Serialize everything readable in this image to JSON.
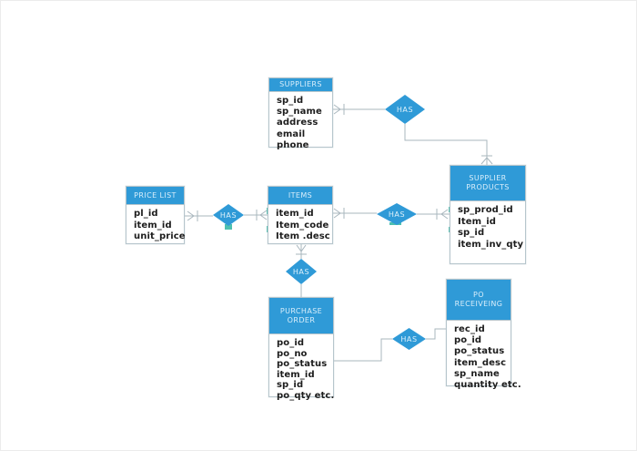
{
  "diagram": {
    "kind": "entity-relationship-diagram",
    "colors": {
      "shape_blue": "#2f9ad7",
      "header_text": "#d9eefb",
      "box_border": "#b6c5cc",
      "connector_line": "#a9b7be",
      "attribute_text": "#1d1d1d",
      "connection_point_teal": "#2fb6a3",
      "background": "#ffffff"
    }
  },
  "entities": {
    "suppliers": {
      "title": "SUPPLIERS",
      "attributes": [
        "sp_id",
        "sp_name",
        "address",
        "email",
        "phone"
      ]
    },
    "price_list": {
      "title": "PRICE LIST",
      "attributes": [
        "pl_id",
        "item_id",
        "unit_price"
      ]
    },
    "items": {
      "title": "ITEMS",
      "attributes": [
        "item_id",
        "Item_code",
        "Item .desc"
      ]
    },
    "supplier_products": {
      "title": "SUPPLIER PRODUCTS",
      "attributes": [
        "sp_prod_id",
        "Item_id",
        "sp_id",
        "item_inv_qty"
      ]
    },
    "purchase_order": {
      "title": "PURCHASE ORDER",
      "attributes": [
        "po_id",
        "po_no",
        "po_status",
        "item_id",
        "sp_id",
        "po_qty etc."
      ]
    },
    "po_receiveing": {
      "title": "PO RECEIVEING",
      "attributes": [
        "rec_id",
        "po_id",
        "po_status",
        "item_desc",
        "sp_name",
        "quantity etc."
      ]
    }
  },
  "relationships": [
    {
      "label": "HAS",
      "from": "SUPPLIERS",
      "to": "SUPPLIER PRODUCTS"
    },
    {
      "label": "HAS",
      "from": "PRICE LIST",
      "to": "ITEMS"
    },
    {
      "label": "HAS",
      "from": "ITEMS",
      "to": "SUPPLIER PRODUCTS"
    },
    {
      "label": "HAS",
      "from": "ITEMS",
      "to": "PURCHASE ORDER"
    },
    {
      "label": "HAS",
      "from": "PURCHASE ORDER",
      "to": "PO RECEIVEING"
    }
  ]
}
